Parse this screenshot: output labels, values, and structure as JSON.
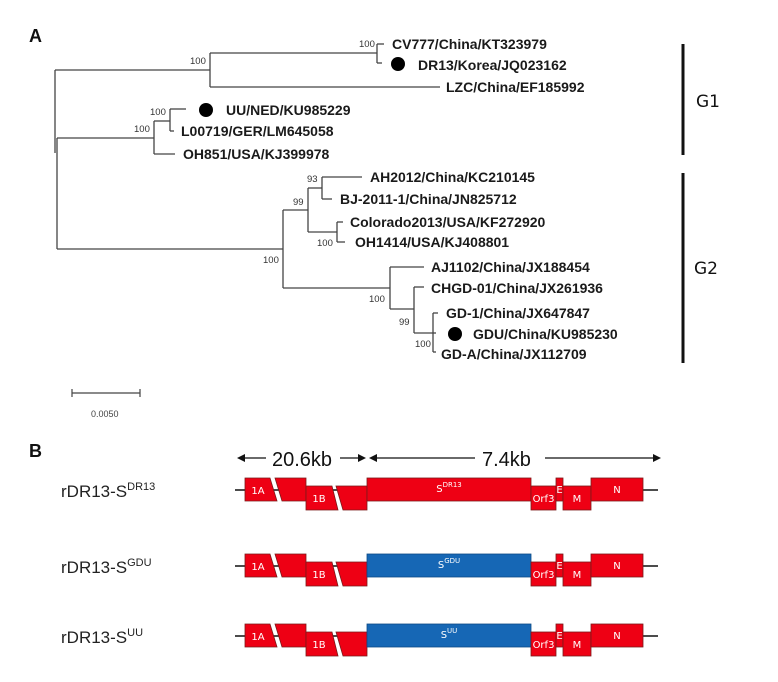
{
  "panel_a": {
    "letter": "A",
    "taxa": [
      {
        "id": "cv777",
        "label": "CV777/China/KT323979",
        "marked": false
      },
      {
        "id": "dr13",
        "label": "DR13/Korea/JQ023162",
        "marked": true
      },
      {
        "id": "lzc",
        "label": "LZC/China/EF185992",
        "marked": false
      },
      {
        "id": "uu",
        "label": "UU/NED/KU985229",
        "marked": true
      },
      {
        "id": "l00719",
        "label": "L00719/GER/LM645058",
        "marked": false
      },
      {
        "id": "oh851",
        "label": "OH851/USA/KJ399978",
        "marked": false
      },
      {
        "id": "ah2012",
        "label": "AH2012/China/KC210145",
        "marked": false
      },
      {
        "id": "bj2011",
        "label": "BJ-2011-1/China/JN825712",
        "marked": false
      },
      {
        "id": "colorado2013",
        "label": "Colorado2013/USA/KF272920",
        "marked": false
      },
      {
        "id": "oh1414",
        "label": "OH1414/USA/KJ408801",
        "marked": false
      },
      {
        "id": "aj1102",
        "label": "AJ1102/China/JX188454",
        "marked": false
      },
      {
        "id": "chgd01",
        "label": "CHGD-01/China/JX261936",
        "marked": false
      },
      {
        "id": "gd1",
        "label": "GD-1/China/JX647847",
        "marked": false
      },
      {
        "id": "gdu",
        "label": "GDU/China/KU985230",
        "marked": true
      },
      {
        "id": "gda",
        "label": "GD-A/China/JX112709",
        "marked": false
      }
    ],
    "bootstrap": {
      "cv777_dr13": "100",
      "g1a": "100",
      "uu_l00719": "100",
      "g1b": "100",
      "ah_bj": "93",
      "asia_usa": "99",
      "colorado_oh1414": "100",
      "g2": "100",
      "chgd_gd": "100",
      "gd_sub": "99",
      "gd_inner": "100"
    },
    "groups": [
      {
        "label": "G1"
      },
      {
        "label": "G2"
      }
    ],
    "scale_bar": {
      "label": "0.0050",
      "value": 0.005
    }
  },
  "panel_b": {
    "letter": "B",
    "length_labels": {
      "left": "20.6kb",
      "right": "7.4kb"
    },
    "colors": {
      "native": "#ee0014",
      "swapped": "#1667b5",
      "outline": "#7a1a1a"
    },
    "constructs": [
      {
        "name": "rDR13-S",
        "sup": "DR13",
        "s_label": "S",
        "s_sup": "DR13",
        "s_swapped": false
      },
      {
        "name": "rDR13-S",
        "sup": "GDU",
        "s_label": "S",
        "s_sup": "GDU",
        "s_swapped": true
      },
      {
        "name": "rDR13-S",
        "sup": "UU",
        "s_label": "S",
        "s_sup": "UU",
        "s_swapped": true
      }
    ],
    "genes": {
      "g1a": "1A",
      "g1b": "1B",
      "orf3": "Orf3",
      "e": "E",
      "m": "M",
      "n": "N"
    }
  }
}
